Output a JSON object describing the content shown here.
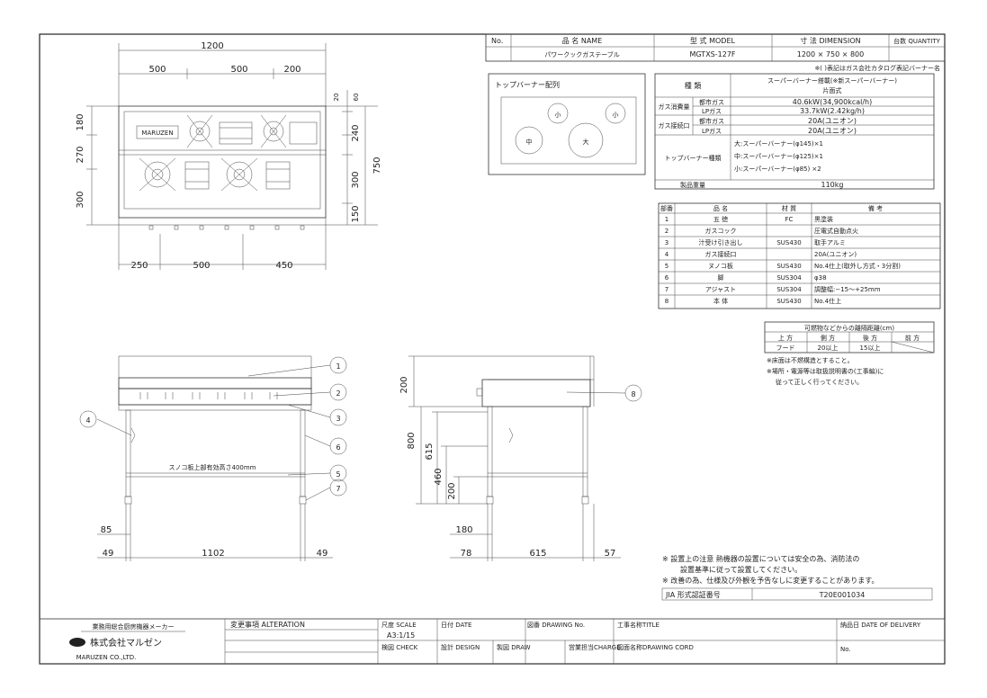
{
  "header": {
    "no_label": "No.",
    "name_label": "品 名 NAME",
    "name_value": "パワークックガステーブル",
    "model_label": "型 式 MODEL",
    "model_value": "MGTXS-127F",
    "dim_label": "寸 法 DIMENSION",
    "dim_value": "1200 × 750 × 800",
    "qty_label": "台数 QUANTITY"
  },
  "layout_title": "トップバーナー配列",
  "burners": [
    "小",
    "小",
    "中",
    "大"
  ],
  "spec": {
    "note": "※( )表記はガス会社カタログ表記バーナー名",
    "type_label": "種 類",
    "type_value1": "スーパーバーナー搭載(※新スーパーバーナー)",
    "type_value2": "片面式",
    "consumption_label": "ガス消費量",
    "city_gas": "都市ガス",
    "lp_gas": "LPガス",
    "consumption_city": "40.6kW(34,900kcal/h)",
    "consumption_lp": "33.7kW(2.42kg/h)",
    "connection_label": "ガス接続口",
    "connection_city": "20A(ユニオン)",
    "connection_lp": "20A(ユニオン)",
    "burner_type_label": "トップバーナー種類",
    "burner_large": "大:スーパーバーナー(φ145)×1",
    "burner_mid": "中:スーパーバーナー(φ125)×1",
    "burner_small": "小:スーパーバーナー(φ85) ×2",
    "weight_label": "製品重量",
    "weight_value": "110kg"
  },
  "parts": {
    "headers": [
      "部番",
      "品 名",
      "材 質",
      "備 考"
    ],
    "rows": [
      [
        "1",
        "五 徳",
        "FC",
        "黒塗装"
      ],
      [
        "2",
        "ガスコック",
        "",
        "圧電式自動点火"
      ],
      [
        "3",
        "汁受け引き出し",
        "SUS430",
        "取手アルミ"
      ],
      [
        "4",
        "ガス接続口",
        "",
        "20A(ユニオン)"
      ],
      [
        "5",
        "ヌノコ板",
        "SUS430",
        "No.4仕上(取外し方式・3分割)"
      ],
      [
        "6",
        "脚",
        "SUS304",
        "φ38"
      ],
      [
        "7",
        "アジャスト",
        "SUS304",
        "調整幅:−15〜+25mm"
      ],
      [
        "8",
        "本 体",
        "SUS430",
        "No.4仕上"
      ]
    ]
  },
  "clearance": {
    "title": "可燃物などからの離隔距離(cm)",
    "headers": [
      "上 方",
      "側 方",
      "後 方",
      "前 方"
    ],
    "row_label": "フード",
    "side": "20以上",
    "back": "15以上",
    "note1": "※床面は不燃構造とすること。",
    "note2": "※場所・電源等は取扱説明書の(工事編)に",
    "note3": "従って正しく行ってください。"
  },
  "notes": {
    "line1": "※ 設置上の注意 熱機器の設置については安全の為、消防法の",
    "line2": "設置基準に従って設置してください。",
    "line3": "※ 改善の為、仕様及び外観を予告なしに変更することがあります。",
    "jia_label": "JIA 形式認証番号",
    "jia_value": "T20E001034"
  },
  "plan_dims": {
    "total": "1200",
    "d1": "500",
    "d2": "500",
    "d3": "200",
    "b1": "250",
    "b2": "500",
    "b3": "450",
    "l1": "180",
    "l2": "270",
    "l3": "300",
    "r1": "20",
    "r2": "60",
    "r3": "240",
    "r4": "300",
    "r5": "150",
    "r_total": "750",
    "brand": "MARUZEN"
  },
  "front_dims": {
    "callouts": [
      "1",
      "2",
      "3",
      "4",
      "5",
      "6",
      "7"
    ],
    "shelf_note": "スノコ板上部有効高さ400mm",
    "d85": "85",
    "d49a": "49",
    "d1102": "1102",
    "d49b": "49"
  },
  "side_dims": {
    "callout": "8",
    "h200": "200",
    "h800": "800",
    "h615": "615",
    "h460": "460",
    "h200b": "200",
    "w180": "180",
    "w78": "78",
    "w615": "615",
    "w57": "57"
  },
  "titleblock": {
    "association": "業務用総合厨房機器メーカー",
    "company": "株式会社マルゼン",
    "company_en": "MARUZEN CO.,LTD.",
    "alteration": "変更事項 ALTERATION",
    "scale_label": "尺度 SCALE",
    "scale_value": "A3:1/15",
    "date_label": "日付 DATE",
    "drawing_no_label": "図番 DRAWING No.",
    "title_label": "工事名称TITLE",
    "delivery_label": "納品日 DATE OF DELIVERY",
    "check_label": "検図 CHECK",
    "design_label": "設計 DESIGN",
    "draw_label": "製図 DRAW",
    "charge_label": "営業担当CHARGE",
    "cord_label": "図面名称DRAWING CORD",
    "no_label": "No."
  }
}
